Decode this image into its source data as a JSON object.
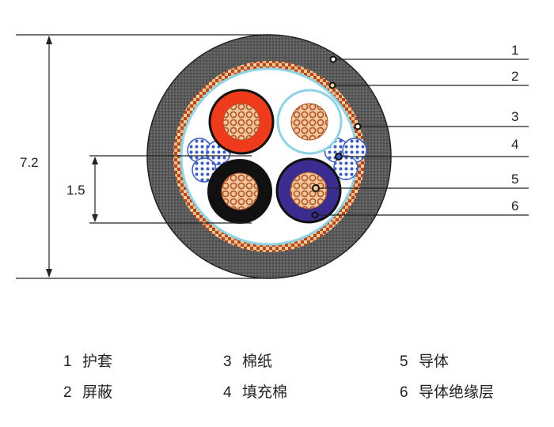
{
  "dimensions": {
    "outer_diameter": "7.2",
    "core_diameter": "1.5"
  },
  "callouts": [
    "1",
    "2",
    "3",
    "4",
    "5",
    "6"
  ],
  "legend": [
    {
      "num": "1",
      "label": "护套"
    },
    {
      "num": "2",
      "label": "屏蔽"
    },
    {
      "num": "3",
      "label": "棉纸"
    },
    {
      "num": "4",
      "label": "填充棉"
    },
    {
      "num": "5",
      "label": "导体"
    },
    {
      "num": "6",
      "label": "导体绝缘层"
    }
  ],
  "colors": {
    "jacket": "#5a5a5a",
    "shield_dark": "#b5481e",
    "shield_light": "#f0cf9a",
    "paper": "#8fd3e6",
    "core_red": "#ee3b1c",
    "core_white": "#ffffff",
    "core_black": "#111111",
    "core_blue": "#3b2d8f",
    "filler_dot": "#3b5cc0"
  }
}
